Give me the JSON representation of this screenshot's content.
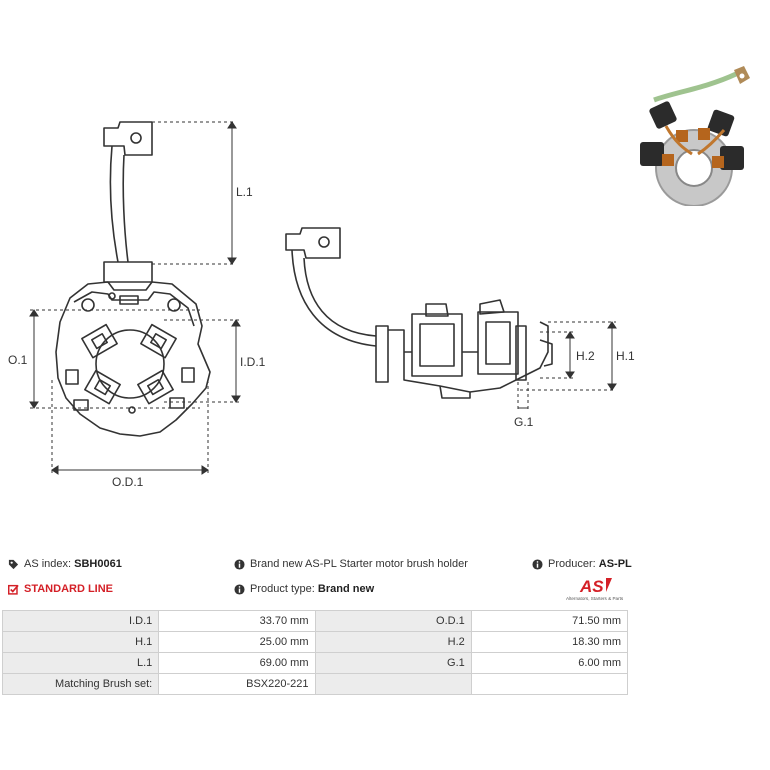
{
  "dims": {
    "l1": "L.1",
    "o1": "O.1",
    "id1": "I.D.1",
    "od1": "O.D.1",
    "h1": "H.1",
    "h2": "H.2",
    "g1": "G.1"
  },
  "info": {
    "as_index_label": "AS index:",
    "as_index_value": "SBH0061",
    "description": "Brand new AS-PL Starter motor brush holder",
    "producer_label": "Producer:",
    "producer_value": "AS-PL",
    "standard_line": "STANDARD LINE",
    "product_type_label": "Product type:",
    "product_type_value": "Brand new"
  },
  "logo": {
    "text": "AS",
    "tagline": "Alternators, Starters & Parts",
    "color": "#d42027"
  },
  "specs": {
    "rows": [
      {
        "l1": "I.D.1",
        "v1": "33.70 mm",
        "l2": "O.D.1",
        "v2": "71.50 mm"
      },
      {
        "l1": "H.1",
        "v1": "25.00 mm",
        "l2": "H.2",
        "v2": "18.30 mm"
      },
      {
        "l1": "L.1",
        "v1": "69.00 mm",
        "l2": "G.1",
        "v2": "6.00 mm"
      },
      {
        "l1": "Matching Brush set:",
        "v1": "BSX220-221",
        "l2": "",
        "v2": ""
      }
    ]
  }
}
